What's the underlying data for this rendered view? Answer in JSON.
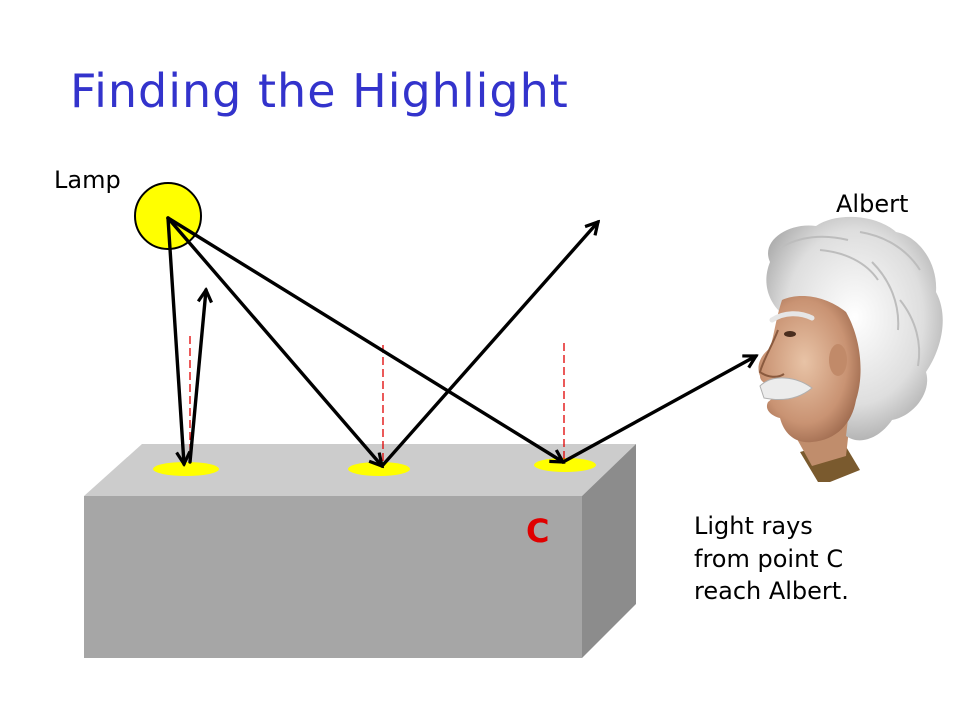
{
  "slide": {
    "title": "Finding the Highlight",
    "title_color": "#3333cc",
    "lamp_label": "Lamp",
    "viewer_label": "Albert",
    "point_label": "C",
    "point_label_color": "#e00000",
    "caption_lines": [
      "Light rays",
      "from point C",
      "reach Albert."
    ]
  },
  "icons": {
    "lamp": "light-bulb-icon",
    "viewer": "albert-einstein-portrait"
  },
  "colors": {
    "lamp_fill": "#ffff00",
    "highlight_spot": "#ffff00",
    "normal_line": "#e00000",
    "ray": "#000000",
    "block_top": "#cccccc",
    "block_front": "#a6a6a6",
    "block_side": "#8c8c8c"
  }
}
